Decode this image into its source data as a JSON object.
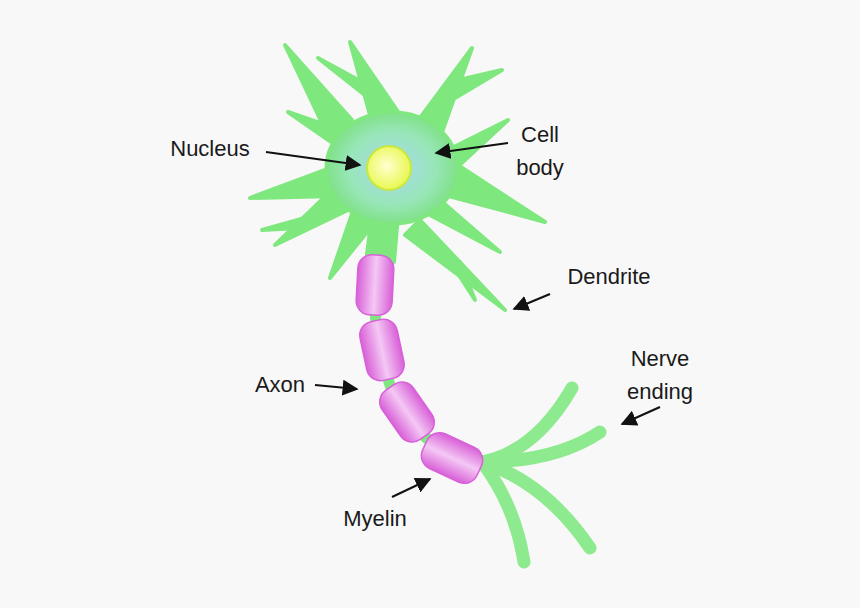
{
  "diagram": {
    "labels": [
      "Nucleus",
      "Cell body",
      "Dendrite",
      "Axon",
      "Nerve ending",
      "Myelin"
    ]
  }
}
